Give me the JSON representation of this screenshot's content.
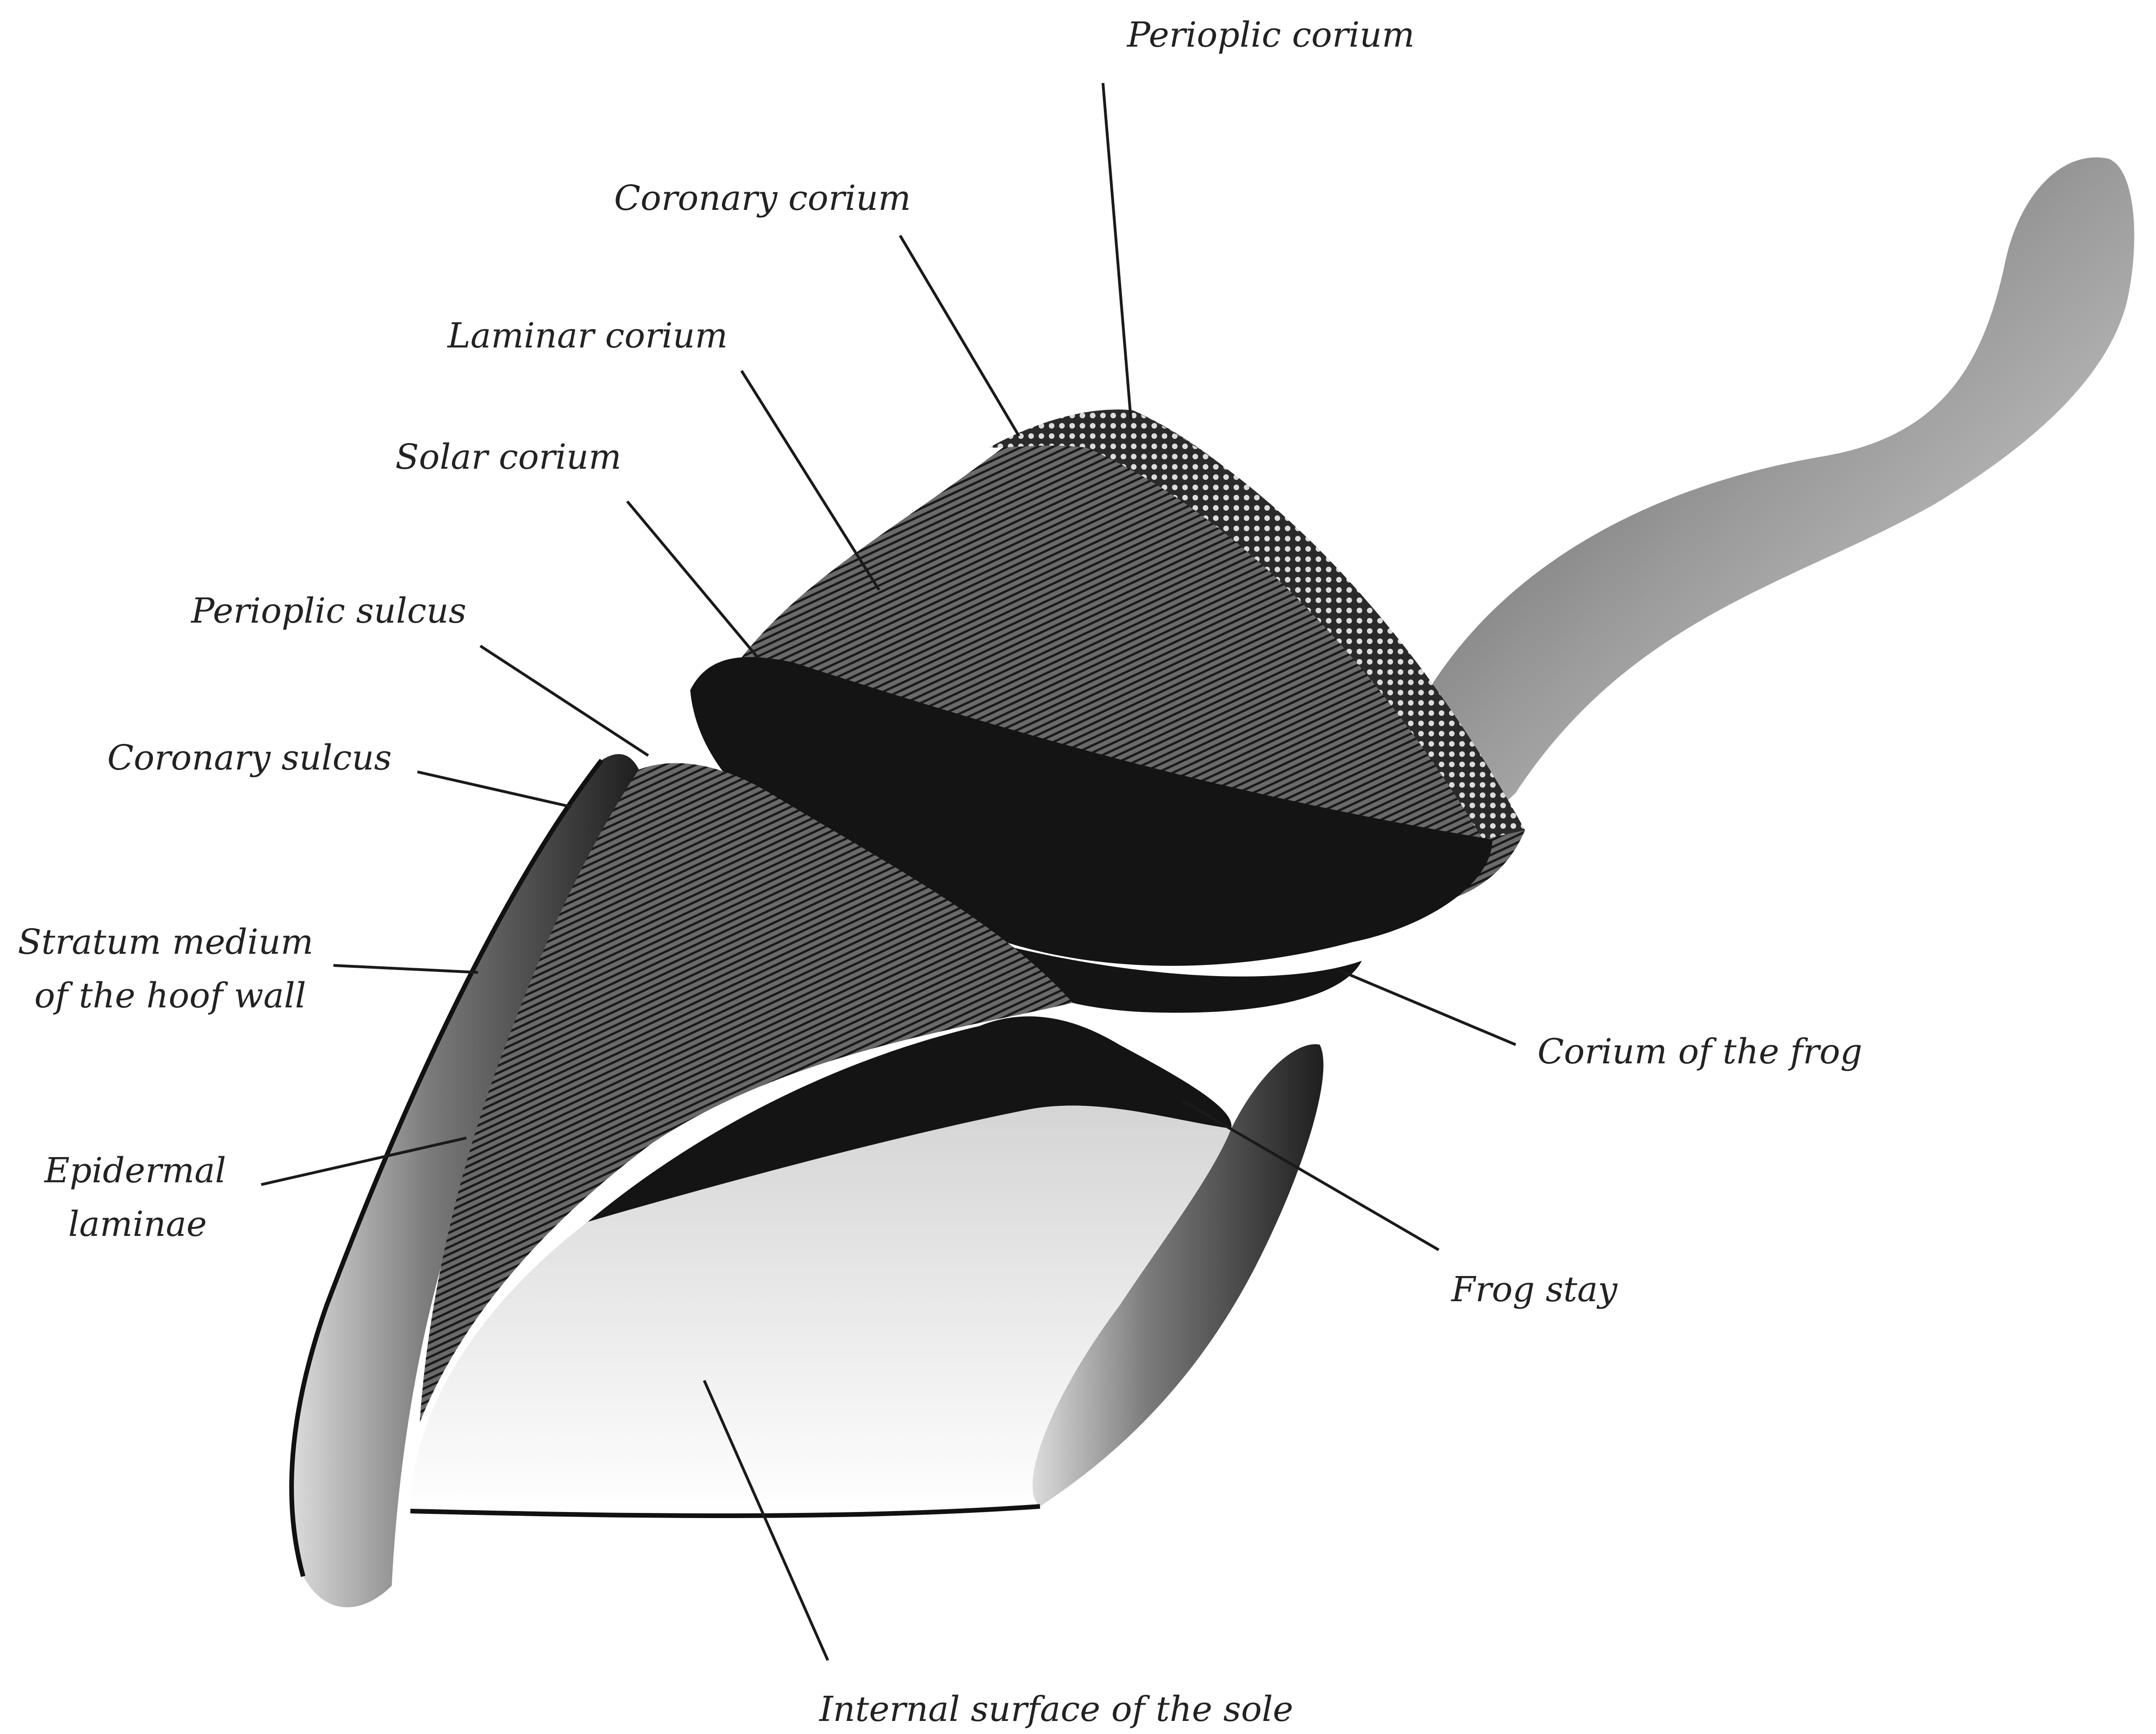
{
  "labels": {
    "perioplic_corium": "Perioplic corium",
    "coronary_corium": "Coronary corium",
    "laminar_corium": "Laminar corium",
    "solar_corium": "Solar corium",
    "perioplic_sulcus": "Perioplic sulcus",
    "coronary_sulcus": "Coronary sulcus",
    "stratum_medium_line1": "Stratum medium",
    "stratum_medium_line2": "of the hoof wall",
    "epidermal_laminae_line1": "Epidermal",
    "epidermal_laminae_line2": "laminae",
    "corium_of_the_frog": "Corium of the frog",
    "frog_stay": "Frog stay",
    "internal_surface_of_the_sole": "Internal surface of the sole"
  },
  "colors": {
    "ink": "#141414",
    "paper": "#ffffff"
  }
}
